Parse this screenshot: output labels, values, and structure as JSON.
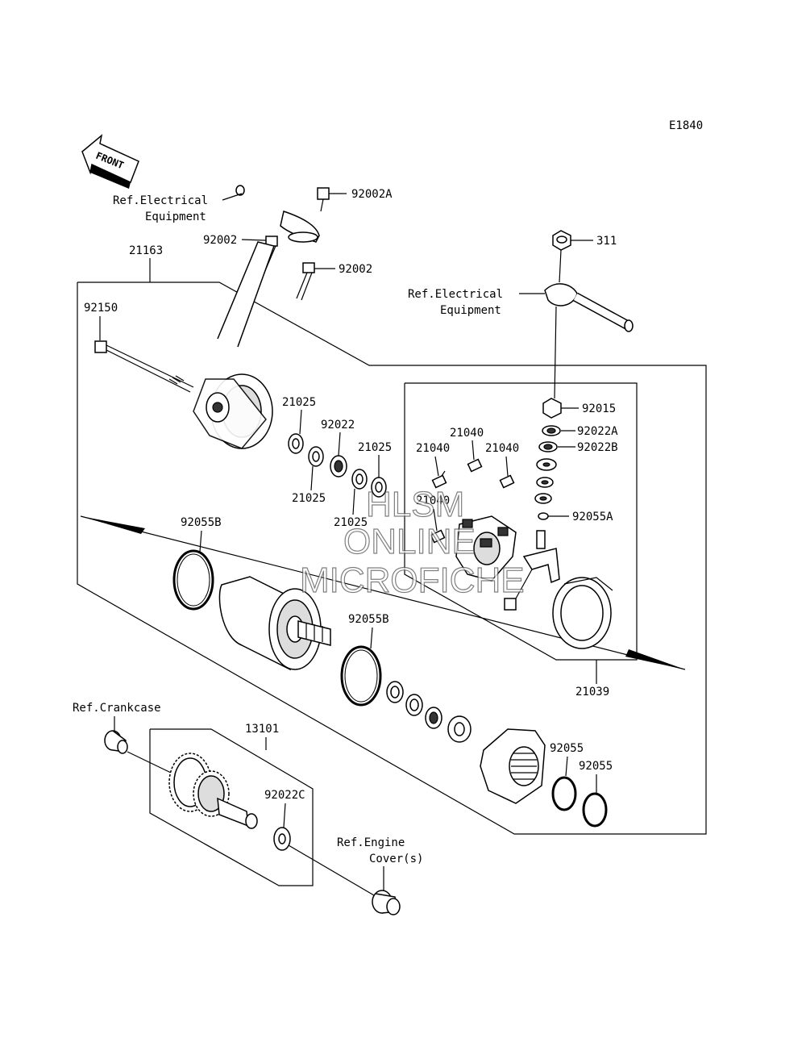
{
  "diagram_code": "E1840",
  "front_label": "FRONT",
  "labels": {
    "p92002A": "92002A",
    "ref_elec_1_line1": "Ref.Electrical",
    "ref_elec_1_line2": "Equipment",
    "p92002_a": "92002",
    "p92002_b": "92002",
    "p21163": "21163",
    "p92150": "92150",
    "p311": "311",
    "ref_elec_2_line1": "Ref.Electrical",
    "ref_elec_2_line2": "Equipment",
    "p92015": "92015",
    "p92022A": "92022A",
    "p92022B": "92022B",
    "p92055A": "92055A",
    "p21025_a": "21025",
    "p92022": "92022",
    "p21025_b": "21025",
    "p21025_c": "21025",
    "p21025_d": "21025",
    "p21040_a": "21040",
    "p21040_b": "21040",
    "p21040_c": "21040",
    "p21040_d": "21040",
    "p92055B_a": "92055B",
    "p92055B_b": "92055B",
    "p21039": "21039",
    "ref_crankcase": "Ref.Crankcase",
    "p13101": "13101",
    "p92022C": "92022C",
    "p92055_a": "92055",
    "p92055_b": "92055",
    "ref_engine_line1": "Ref.Engine",
    "ref_engine_line2": "Cover(s)"
  },
  "watermark": {
    "line1": "HLSM",
    "line2": "ONLINE",
    "line3": "MICROFICHE"
  }
}
